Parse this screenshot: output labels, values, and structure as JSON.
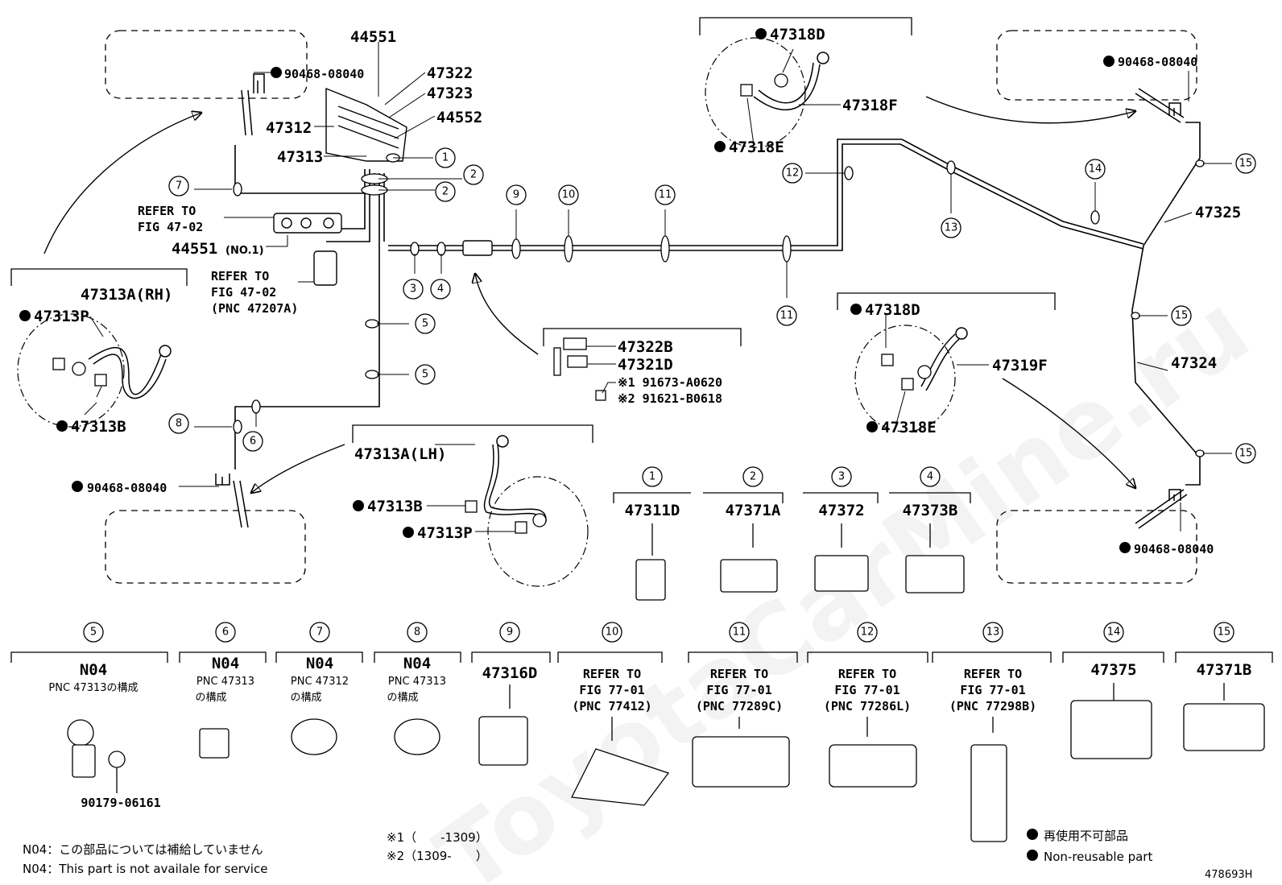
{
  "diagram_id": "478693H",
  "watermark": "ToyotaCarMine.ru",
  "top_labels": {
    "p44551_top": "44551",
    "p90468_a": "90468-08040",
    "p47322": "47322",
    "p47323": "47323",
    "p47312": "47312",
    "p44552": "44552",
    "p47313": "47313",
    "refer_fig_a_1": "REFER TO",
    "refer_fig_a_2": "FIG 47-02",
    "p44551_no1": "44551",
    "p44551_no1_suffix": "(NO.1)",
    "refer_fig_b_1": "REFER TO",
    "refer_fig_b_2": "FIG 47-02",
    "refer_fig_b_3": "(PNC 47207A)",
    "p47313A_RH": "47313A(RH)",
    "p47313P_a": "47313P",
    "p47313B_a": "47313B",
    "p90468_b": "90468-08040",
    "p47313A_LH": "47313A(LH)",
    "p47313B_b": "47313B",
    "p47313P_b": "47313P",
    "p47322B": "47322B",
    "p47321D": "47321D",
    "p91673": "※1 91673-A0620",
    "p91621": "※2 91621-B0618",
    "p47318D_a": "47318D",
    "p47318F": "47318F",
    "p47318E_a": "47318E",
    "p90468_c": "90468-08040",
    "p47325": "47325",
    "p47318D_b": "47318D",
    "p47319F": "47319F",
    "p47318E_b": "47318E",
    "p47324": "47324",
    "p90468_d": "90468-08040"
  },
  "callouts": {
    "c1": "1",
    "c2a": "2",
    "c2b": "2",
    "c3": "3",
    "c4": "4",
    "c5a": "5",
    "c5b": "5",
    "c6": "6",
    "c7": "7",
    "c8": "8",
    "c9": "9",
    "c10": "10",
    "c11a": "11",
    "c11b": "11",
    "c12": "12",
    "c13": "13",
    "c14": "14",
    "c15a": "15",
    "c15b": "15",
    "c15c": "15"
  },
  "parts_row1": [
    {
      "num": "1",
      "part": "47311D"
    },
    {
      "num": "2",
      "part": "47371A"
    },
    {
      "num": "3",
      "part": "47372"
    },
    {
      "num": "4",
      "part": "47373B"
    }
  ],
  "parts_row2": [
    {
      "num": "5",
      "code": "N04",
      "sub1": "PNC 47313の構成",
      "sub2": ""
    },
    {
      "num": "6",
      "code": "N04",
      "sub1": "PNC 47313",
      "sub2": "の構成"
    },
    {
      "num": "7",
      "code": "N04",
      "sub1": "PNC 47312",
      "sub2": "の構成"
    },
    {
      "num": "8",
      "code": "N04",
      "sub1": "PNC 47313",
      "sub2": "の構成"
    },
    {
      "num": "9",
      "code": "47316D",
      "sub1": "",
      "sub2": ""
    },
    {
      "num": "10",
      "ref1": "REFER TO",
      "ref2": "FIG 77-01",
      "ref3": "(PNC 77412)"
    },
    {
      "num": "11",
      "ref1": "REFER TO",
      "ref2": "FIG 77-01",
      "ref3": "(PNC 77289C)"
    },
    {
      "num": "12",
      "ref1": "REFER TO",
      "ref2": "FIG 77-01",
      "ref3": "(PNC 77286L)"
    },
    {
      "num": "13",
      "ref1": "REFER TO",
      "ref2": "FIG 77-01",
      "ref3": "(PNC 77298B)"
    },
    {
      "num": "14",
      "code": "47375"
    },
    {
      "num": "15",
      "code": "47371B"
    }
  ],
  "p90179": "90179-06161",
  "notes": {
    "n04_jp": "N04：この部品については補給していません",
    "n04_en": "N04：This part is not availale for service",
    "star1": "※1（　　-1309）",
    "star2": "※2（1309-　　）",
    "legend_jp": "再使用不可部品",
    "legend_en": "Non-reusable part"
  }
}
